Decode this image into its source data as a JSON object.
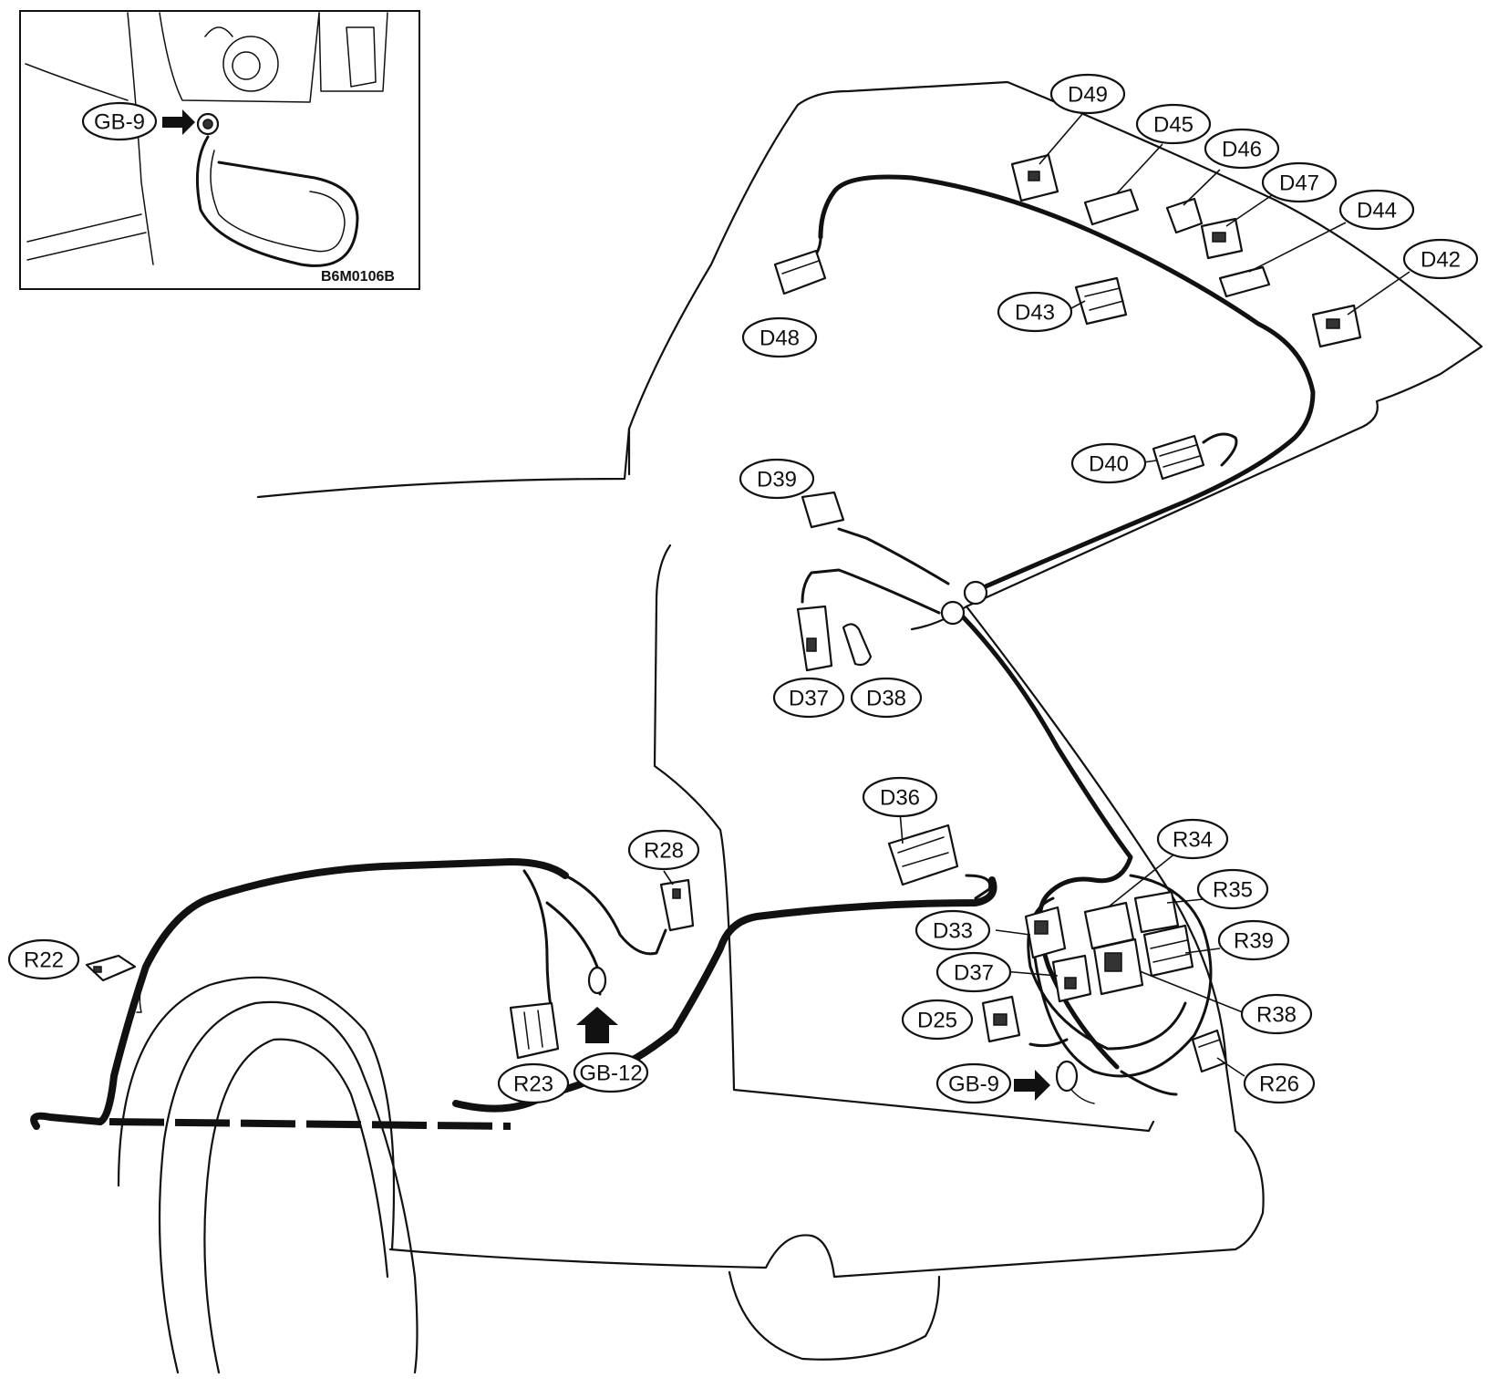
{
  "inset": {
    "label": "GB-9",
    "figure_code": "B6M0106B"
  },
  "callouts": {
    "d49": "D49",
    "d45": "D45",
    "d46": "D46",
    "d47": "D47",
    "d44": "D44",
    "d42": "D42",
    "d43": "D43",
    "d48": "D48",
    "d40": "D40",
    "d39": "D39",
    "d37_upper": "D37",
    "d38": "D38",
    "d36": "D36",
    "r28": "R28",
    "r22": "R22",
    "r23": "R23",
    "gb12": "GB-12",
    "r34": "R34",
    "r35": "R35",
    "r39": "R39",
    "d33": "D33",
    "d37_lower": "D37",
    "d25": "D25",
    "r38": "R38",
    "gb9": "GB-9",
    "r26": "R26"
  }
}
